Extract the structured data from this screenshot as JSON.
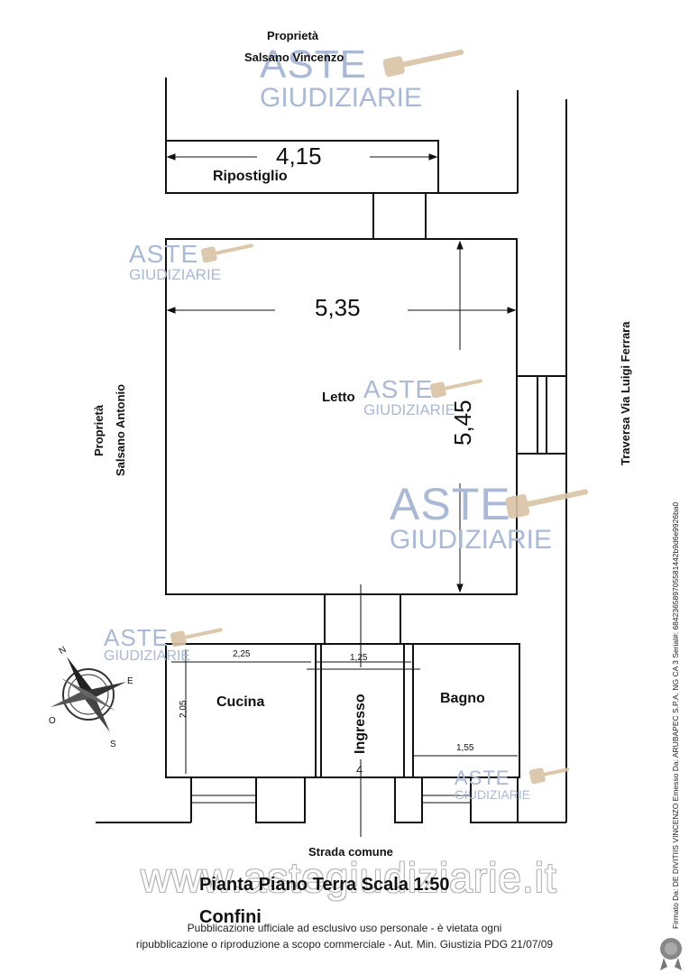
{
  "top_neighbor": {
    "line1": "Proprietà",
    "line2": "Salsano Vincenzo"
  },
  "left_neighbor": {
    "line1": "Proprietà",
    "line2": "Salsano Antonio"
  },
  "right_street": "Traversa Via Luigi Ferrara",
  "bottom_street": "Strada comune",
  "rooms": {
    "ripostiglio": "Ripostiglio",
    "letto": "Letto",
    "cucina": "Cucina",
    "ingresso": "Ingresso",
    "bagno": "Bagno"
  },
  "dimensions": {
    "ripostiglio_width": "4,15",
    "letto_width": "5,35",
    "letto_depth": "5,45",
    "cucina_width": "2,25",
    "cucina_depth": "2,05",
    "ingresso_width": "1,25",
    "bagno_width": "1,55",
    "ingresso_marker": "4"
  },
  "compass": {
    "n": "N",
    "e": "E",
    "s": "S",
    "o": "O"
  },
  "title": "Pianta Piano Terra Scala 1:50",
  "subtitle": "Confini",
  "footer": {
    "line1": "Pubblicazione ufficiale ad esclusivo uso personale - è vietata ogni",
    "line2": "ripubblicazione o riproduzione a scopo commerciale - Aut. Min. Giustizia PDG 21/07/09"
  },
  "watermark": {
    "aste": "ASTE",
    "giudiziarie": "GIUDIZIARIE",
    "site": "www.astegiudiziarie.it"
  },
  "signature": "Firmato Da: DE DIVITIIS VINCENZO Emesso Da: ARUBAPEC S.P.A. NG CA 3 Serial#: 684236589705581442b9d6e9926ba0",
  "colors": {
    "watermark": "#a9b9d6",
    "gavel": "#d9c2a3",
    "line": "#111111"
  }
}
